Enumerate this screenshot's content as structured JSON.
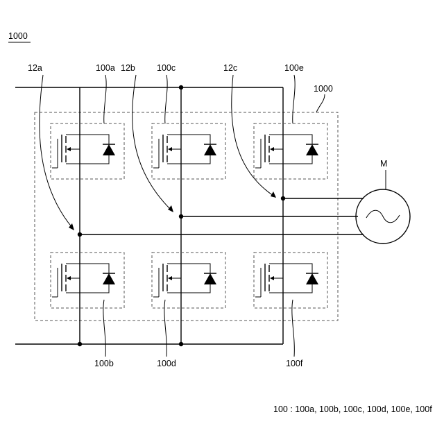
{
  "figure_label": "1000",
  "enclosure_label": "1000",
  "motor_label": "M",
  "node_labels": {
    "a": "12a",
    "b": "12b",
    "c": "12c"
  },
  "module_labels": {
    "a": "100a",
    "b": "100b",
    "c": "100c",
    "d": "100d",
    "e": "100e",
    "f": "100f"
  },
  "legend": "100 : 100a, 100b, 100c, 100d, 100e, 100f",
  "colors": {
    "line": "#000000",
    "dashed_box": "#555555",
    "background": "#ffffff"
  }
}
